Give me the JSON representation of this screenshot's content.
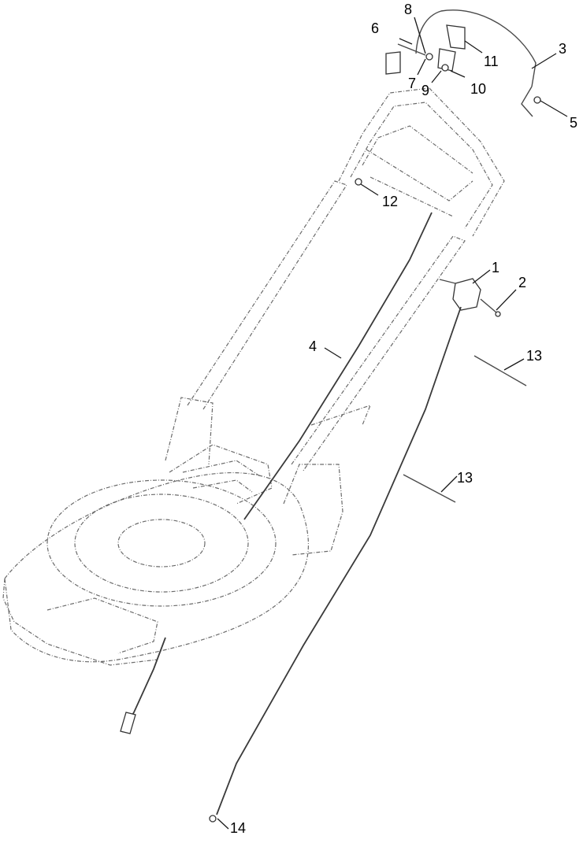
{
  "callouts": [
    "1",
    "2",
    "3",
    "4",
    "5",
    "6",
    "7",
    "8",
    "9",
    "10",
    "11",
    "12",
    "13",
    "13",
    "14"
  ]
}
